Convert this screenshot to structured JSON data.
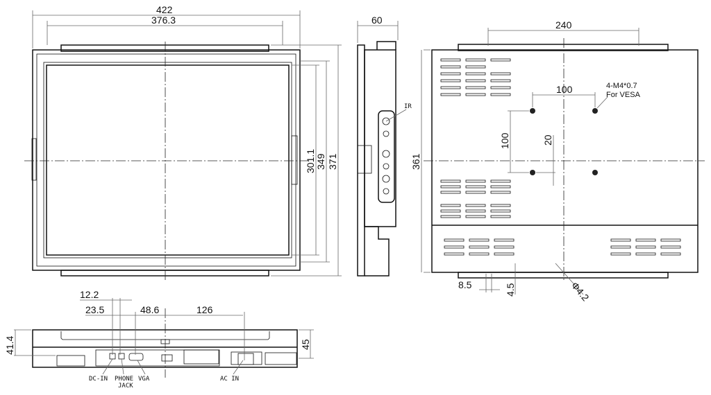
{
  "front_view": {
    "width": "422",
    "bracket_span": "376.3",
    "screen_height": "301.1",
    "bracket_height": "349",
    "overall_height": "371"
  },
  "side_view": {
    "depth": "60",
    "ir_label": "IR"
  },
  "back_view": {
    "vesa_horizontal": "240",
    "height": "361",
    "vesa_spacing_h": "100",
    "vesa_spacing_v": "100",
    "offset": "20",
    "screw_label": "4-M4*0.7",
    "screw_note": "For VESA",
    "slot_offset": "8.5",
    "slot_depth": "4.5",
    "hole_diameter": "Φ4.2"
  },
  "bottom_view": {
    "dim_dc": "12.2",
    "dim_phone": "23.5",
    "dim_vga": "48.6",
    "dim_ac": "126",
    "height_left": "41.4",
    "height_right": "45",
    "labels": {
      "dc_in": "DC-IN",
      "phone": "PHONE",
      "jack": "JACK",
      "vga": "VGA",
      "ac_in": "AC IN"
    }
  }
}
